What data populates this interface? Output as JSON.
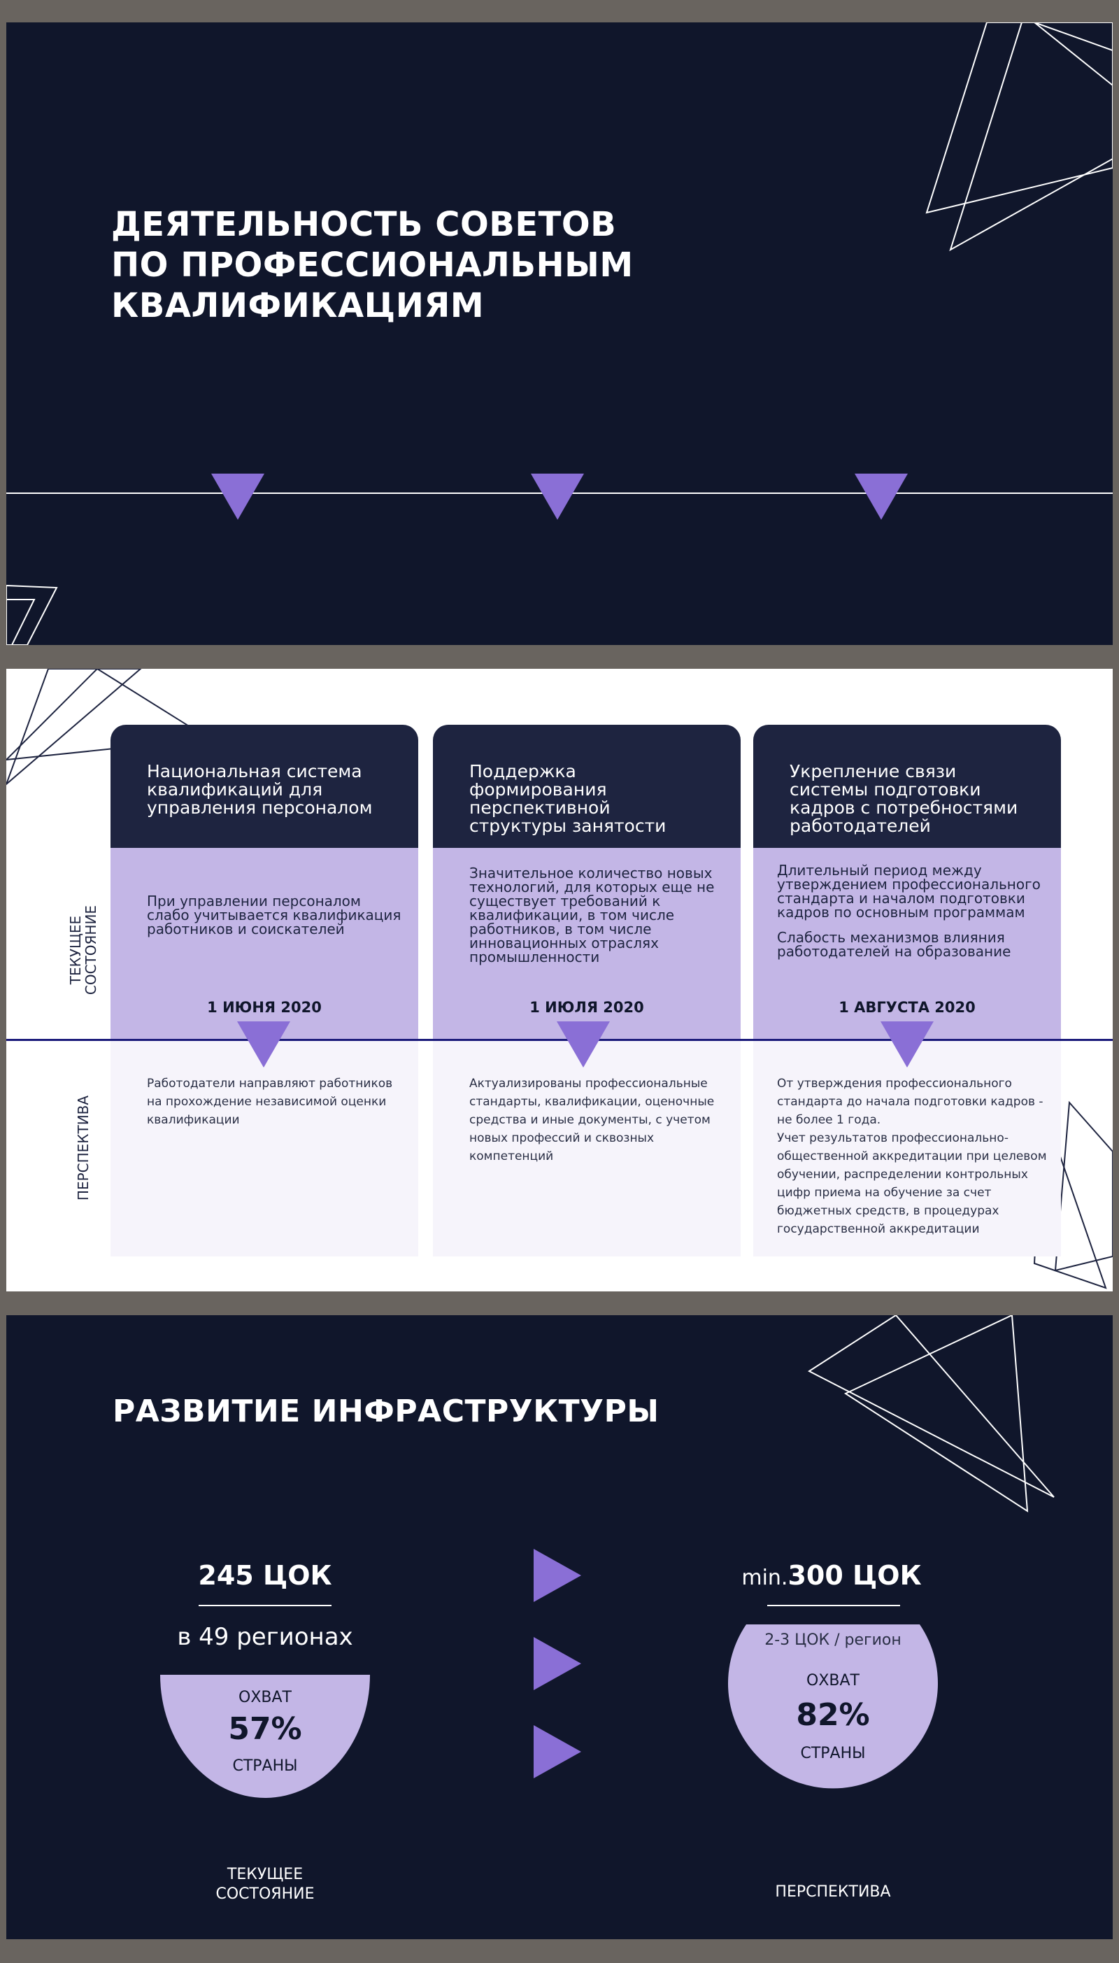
{
  "slide1": {
    "title_lines": [
      "ДЕЯТЕЛЬНОСТЬ СОВЕТОВ",
      "ПО ПРОФЕССИОНАЛЬНЫМ",
      "КВАЛИФИКАЦИЯМ"
    ]
  },
  "slide2": {
    "label_current": "ТЕКУЩЕЕ СОСТОЯНИЕ",
    "label_current_lines": [
      "ТЕКУЩЕЕ",
      "СОСТОЯНИЕ"
    ],
    "label_perspective": "ПЕРСПЕКТИВА",
    "columns": [
      {
        "title": "Национальная система квалификаций для управления персоналом",
        "current": [
          "При управлении персоналом слабо учитывается квалификация работников и соискателей"
        ],
        "date": "1 ИЮНЯ 2020",
        "perspective": [
          "Работодатели направляют работников на прохождение независимой оценки квалификации"
        ]
      },
      {
        "title": "Поддержка формирования перспективной структуры занятости",
        "current": [
          "Значительное количество новых технологий, для которых еще не существует требований к квалификации, в том числе работников, в том числе инновационных отраслях промышленности"
        ],
        "date": "1 ИЮЛЯ 2020",
        "perspective": [
          "Актуализированы профессиональные стандарты, квалификации, оценочные средства и иные документы, с учетом новых профессий и сквозных компетенций"
        ]
      },
      {
        "title": "Укрепление связи системы подготовки кадров с потребностями работодателей",
        "current": [
          "Длительный период между утверждением профессионального стандарта и началом подготовки кадров по основным программам",
          "Слабость механизмов влияния работодателей на образование"
        ],
        "date": "1 АВГУСТА 2020",
        "perspective": [
          "От утверждения профессионального стандарта до начала подготовки кадров - не более 1 года.",
          "Учет результатов профессионально-общественной аккредитации при целевом обучении, распределении контрольных цифр приема на обучение за счет бюджетных средств, в процедурах государственной аккредитации"
        ]
      }
    ]
  },
  "slide3": {
    "title": "РАЗВИТИЕ ИНФРАСТРУКТУРЫ",
    "left": {
      "count": "245 ЦОК",
      "regions": "в 49 регионах",
      "coverage_label": "ОХВАТ",
      "coverage_value": "57%",
      "coverage_suffix": "СТРАНЫ",
      "caption_lines": [
        "ТЕКУЩЕЕ",
        "СОСТОЯНИЕ"
      ]
    },
    "right": {
      "min_prefix": "min.",
      "count": "300 ЦОК",
      "per_region": "2-3 ЦОК / регион",
      "coverage_label": "ОХВАТ",
      "coverage_value": "82%",
      "coverage_suffix": "СТРАНЫ",
      "caption": "ПЕРСПЕКТИВА"
    }
  },
  "colors": {
    "dark_bg": "#10162b",
    "header_bg": "#1e2440",
    "lavender": "#c3b6e6",
    "light_lavender": "#f6f4fb",
    "accent_purple": "#8a6fd6",
    "frame_gray": "#69645f"
  },
  "icons": {
    "timeline_marker": "triangle-down-icon",
    "flow_arrow": "triangle-right-icon"
  }
}
